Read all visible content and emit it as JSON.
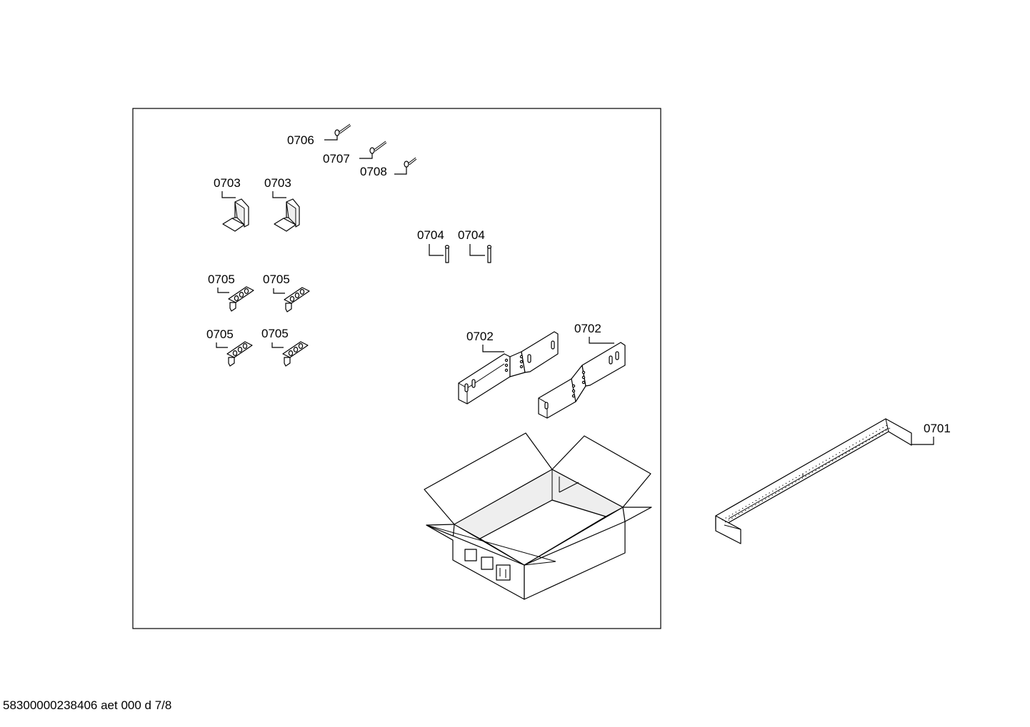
{
  "labels": {
    "screw_0706": "0706",
    "screw_0707": "0707",
    "screw_0708": "0708",
    "angle_0703_a": "0703",
    "angle_0703_b": "0703",
    "pin_0704_a": "0704",
    "pin_0704_b": "0704",
    "clip_0705_a": "0705",
    "clip_0705_b": "0705",
    "clip_0705_c": "0705",
    "clip_0705_d": "0705",
    "bracket_0702_a": "0702",
    "bracket_0702_b": "0702",
    "rail_0701": "0701"
  },
  "footer": {
    "doc_code": "58300000238406 aet 000 d 7/8"
  }
}
